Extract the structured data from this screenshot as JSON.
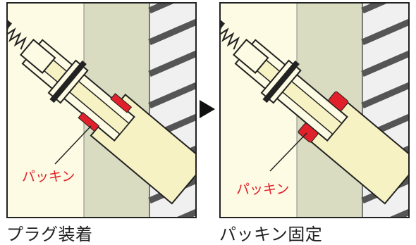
{
  "panels": [
    {
      "caption": "プラグ装着",
      "callout_label": "パッキン",
      "state": "before"
    },
    {
      "caption": "パッキン固定",
      "callout_label": "パッキン",
      "state": "after"
    }
  ],
  "colors": {
    "cream": "#fdfbe3",
    "board": "#d9dcc0",
    "concrete_stripe": "#555555",
    "concrete_bg": "#f0f0f0",
    "packing_red": "#e0202a",
    "outline": "#222222",
    "body_fill": "#f6f2c4"
  },
  "icons": {
    "arrow": "right-triangle-icon"
  }
}
